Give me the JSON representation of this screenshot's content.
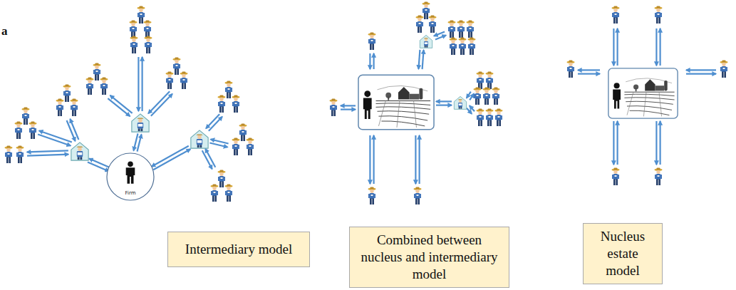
{
  "diagram": {
    "nodes": [
      {
        "text": [
          "Firm"
        ]
      },
      {
        "text": [
          "Intermediary model"
        ]
      },
      {
        "text": [
          "Combined between nucleus and intermediary model"
        ]
      },
      {
        "text": [
          "Nucleus estate model"
        ]
      }
    ],
    "labels": [
      "a"
    ]
  }
}
